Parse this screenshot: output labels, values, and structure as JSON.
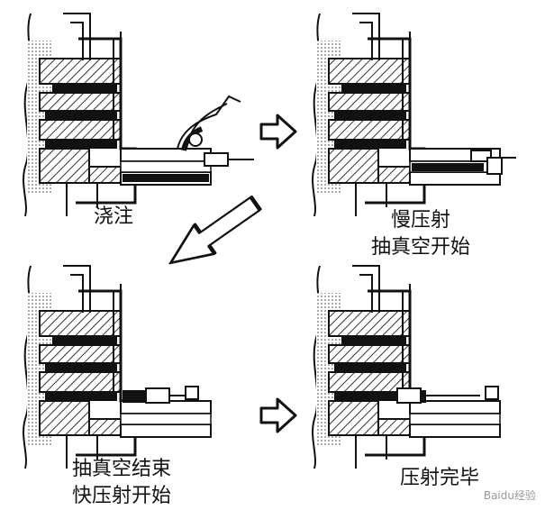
{
  "panels": [
    {
      "id": "pour",
      "caption_lines": [
        "浇注"
      ]
    },
    {
      "id": "slow-shot",
      "caption_lines": [
        "慢压射",
        "抽真空开始"
      ]
    },
    {
      "id": "vacuum-end",
      "caption_lines": [
        "抽真空结束",
        "快压射开始"
      ]
    },
    {
      "id": "shot-complete",
      "caption_lines": [
        "压射完毕"
      ]
    }
  ],
  "watermark": "Baidu经验",
  "colors": {
    "ink": "#111111",
    "hatch": "#333333",
    "background": "#ffffff"
  }
}
